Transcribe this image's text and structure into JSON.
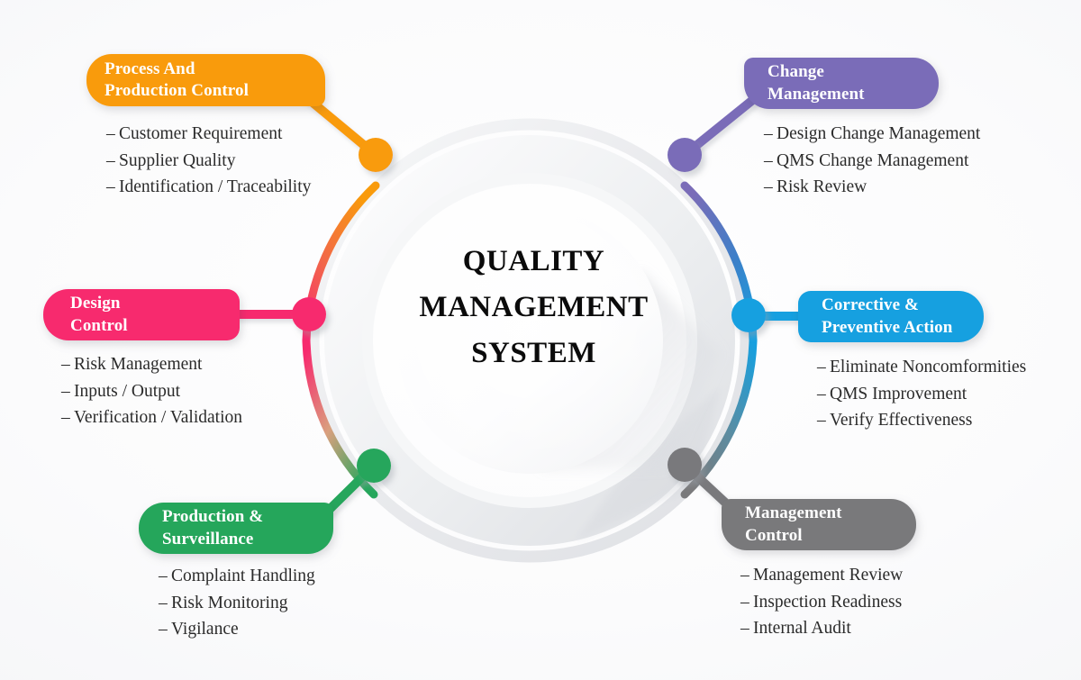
{
  "diagram": {
    "title": "Quality Management System",
    "center": {
      "line1": "QUALITY",
      "line2": "MANAGEMENT",
      "line3": "SYSTEM"
    },
    "background_color": "#f4f5f7",
    "ring_outer_color": "#e6e8eb",
    "ring_inner_color": "#f0f1f3",
    "center_disc_color": "#fdfdfe",
    "nodes": [
      {
        "id": "process-and-production-control",
        "title_line1": "Process And",
        "title_line2": "Production Control",
        "color": "#f99b0c",
        "items": [
          "Customer Requirement",
          "Supplier Quality",
          "Identification / Traceability"
        ]
      },
      {
        "id": "change-management",
        "title_line1": "Change",
        "title_line2": "Management",
        "color": "#7a6cb8",
        "items": [
          "Design Change Management",
          "QMS Change Management",
          "Risk Review"
        ]
      },
      {
        "id": "design-control",
        "title_line1": "Design",
        "title_line2": "Control",
        "color": "#f72a6e",
        "items": [
          "Risk Management",
          "Inputs / Output",
          "Verification / Validation"
        ]
      },
      {
        "id": "corrective-and-preventive-action",
        "title_line1": "Corrective &",
        "title_line2": "Preventive Action",
        "color": "#16a0e0",
        "items": [
          "Eliminate Noncomformities",
          "QMS Improvement",
          "Verify Effectiveness"
        ]
      },
      {
        "id": "production-and-surveillance",
        "title_line1": "Production &",
        "title_line2": "Surveillance",
        "color": "#25a65b",
        "items": [
          "Complaint Handling",
          "Risk Monitoring",
          "Vigilance"
        ]
      },
      {
        "id": "management-control",
        "title_line1": "Management",
        "title_line2": "Control",
        "color": "#79797b",
        "items": [
          "Management Review",
          "Inspection Readiness",
          "Internal Audit"
        ]
      }
    ],
    "bullet_marker": "–"
  }
}
